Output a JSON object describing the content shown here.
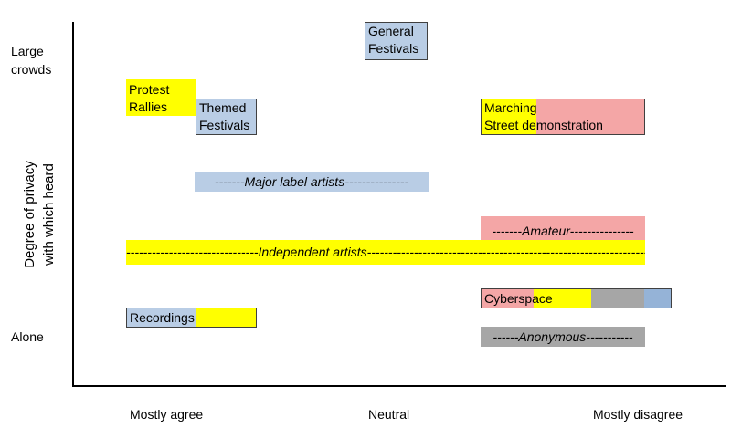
{
  "colors": {
    "yellow": "#ffff00",
    "blue": "#b9cde5",
    "pink": "#f4a6a6",
    "gray": "#a6a6a6",
    "axis": "#000000"
  },
  "axes": {
    "y_title_line1": "Degree of privacy",
    "y_title_line2": "with which heard",
    "y_top_line1": "Large",
    "y_top_line2": "crowds",
    "y_bottom": "Alone",
    "x_left": "Mostly agree",
    "x_mid": "Neutral",
    "x_right": "Mostly disagree"
  },
  "labels": {
    "general_line1": "General",
    "general_line2": "Festivals",
    "protest_line1": "Protest",
    "protest_line2": "Rallies",
    "themed_line1": "Themed",
    "themed_line2": "Festivals",
    "marching_line1": "Marching",
    "marching_line2": "Street demonstration",
    "cyberspace": "Cyberspace",
    "recordings": "Recordings"
  },
  "bands": {
    "major": "-------Major label artists---------------",
    "amateur": "-------Amateur---------------",
    "independent": "-------------------------------Independent artists-----------------------------------------------------------------------",
    "anonymous": "------Anonymous-----------"
  }
}
